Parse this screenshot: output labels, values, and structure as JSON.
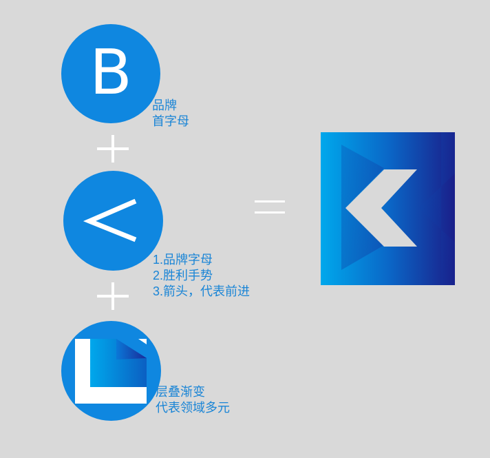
{
  "components": {
    "brand_letter": "B",
    "arrow_symbol": "<"
  },
  "operators": {
    "plus_1": "plus",
    "plus_2": "plus",
    "equals": "equals"
  },
  "notes": {
    "brand_letter": [
      "品牌",
      "首字母"
    ],
    "arrow": [
      "1.品牌字母",
      "2.胜利手势",
      "3.箭头，代表前进"
    ],
    "layers": [
      "层叠渐变",
      "代表领域多元"
    ]
  },
  "colors": {
    "background": "#d9d9d9",
    "circle_fill": "#0f87e0",
    "note_text": "#1a85d6",
    "gradient_light": "#00a8ec",
    "gradient_dark": "#1a1f8a"
  },
  "icons": {
    "result_logo": "gradient-b-arrow-logo-icon",
    "layer_mark": "layered-gradient-corner-icon"
  }
}
